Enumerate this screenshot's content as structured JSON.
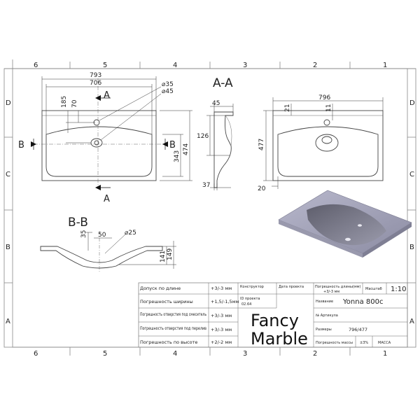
{
  "frame": {
    "top_numbers": [
      "6",
      "5",
      "4",
      "3",
      "2",
      "1"
    ],
    "bottom_numbers": [
      "6",
      "5",
      "4",
      "3",
      "2",
      "1"
    ],
    "left_letters": [
      "D",
      "C",
      "B",
      "A"
    ],
    "right_letters": [
      "D",
      "C",
      "B",
      "A"
    ]
  },
  "top_view": {
    "width_outer": "793",
    "width_inner": "706",
    "dim_185": "185",
    "dim_70": "70",
    "dia_35": "⌀35",
    "dia_45": "⌀45",
    "depth_inner": "343",
    "depth_outer": "474",
    "section_a_top": "A",
    "section_a_bottom": "A",
    "section_b_left": "B",
    "section_b_right": "B"
  },
  "section_aa": {
    "title": "A-A",
    "dim_45": "45",
    "dim_126": "126",
    "dim_37": "37"
  },
  "right_view": {
    "width": "796",
    "dim_21": "21",
    "dim_11": "11",
    "depth": "477",
    "dim_20": "20"
  },
  "section_bb": {
    "title": "B-B",
    "dim_35": "35",
    "dim_50": "50",
    "dia_25": "⌀25",
    "dim_141": "141",
    "dim_149": "149"
  },
  "table": {
    "rows": [
      {
        "label": "Допуск по длине",
        "value": "+3/-3 мм"
      },
      {
        "label": "Погрешность ширины",
        "value": "+1,5/-1,5мм"
      },
      {
        "label": "Погрешность отверстия под смеситель",
        "value": "+3/-3 мм"
      },
      {
        "label": "Погрешность отверстия под перелив",
        "value": "+3/-3 мм"
      },
      {
        "label": "Погрешность по высоте",
        "value": "+2/-2 мм"
      }
    ],
    "constructor_label": "Конструктор",
    "date_label": "Дата проекта",
    "id_label": "ID проекта",
    "id_value": "02.64",
    "logo_line1": "Fancy",
    "logo_line2": "Marble",
    "tol_label": "Погрешность длины(мм)",
    "tol_value": "+3/-3 мм",
    "scale_label": "Масштаб",
    "scale_value": "1:10",
    "name_label": "Название",
    "name_value": "Yonna 800c",
    "article_label": "№ Артикула",
    "size_label": "Размеры",
    "size_value": "796/477",
    "mass_tol_label": "Погрешность массы",
    "mass_tol_value": "±3%",
    "mass_label": "МАССА"
  },
  "colors": {
    "line": "#333333",
    "render_fill": "#8f8fa6",
    "render_basin": "#72727f"
  }
}
